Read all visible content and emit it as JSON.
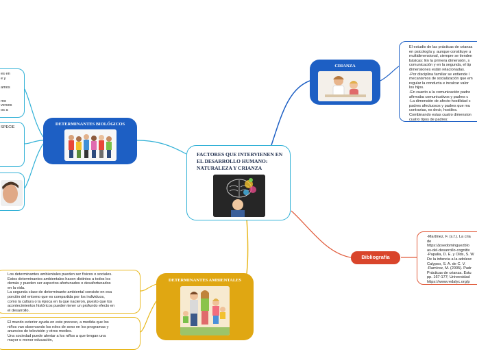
{
  "central": {
    "title": "FACTORES QUE INTERVIENEN EN EL DESARROLLO HUMANO: NATURALEZA Y CRIANZA"
  },
  "nodes": {
    "crianza": {
      "title": "CRIANZA",
      "color": "#1d5fc4"
    },
    "biologicos": {
      "title": "DETERMINANTES BIOLÓGICOS",
      "color": "#1d5fc4"
    },
    "ambientales": {
      "title": "DETERMINANTES AMBIENTALES",
      "color": "#e0a712"
    },
    "bibliografia": {
      "title": "Bibliografía",
      "color": "#d9452b"
    }
  },
  "notes": {
    "crianza_text": "El estudio de las prácticas de crianza\nen psicología y, aunque constituye u\nmultidimensional, siempre se tienden\nbásicas: En la primera dimensión, s\ncomunicación y en la segunda, el tip\ndimensiones están relacionadas.\n-Por disciplina familiar se entiende l\nmecanismos de socialización que em\nregular la conducta e inculcar valor\nlos hijos.\n-En cuanto a la comunicación padre\nafirmaba comunicativos y padres c\n-La dimensión de afecto-hostilidad c\npadres afectuosos y padres que mu\ncontrarias, es decir, hostiles.\nCombinando estas cuatro dimension\ncuatro tipos de padres:",
    "bibliografia_text": "-Martínez, F. (s.f.). La cria\nde\nhttps://josedominguezblo\nas-del-desarrollo-cognitiv\n-Papalia, D. E. y Olds, S. W\nDe la infancia a la adolesc\nCalypso, S. A. de C. V.\n-Ramírez, M. (2005). Padr\nPrácticas de crianza. Estu\npp. 167-177; Universidad\nhttps://www.redalyc.org/p",
    "bio_1": "es en\ne y\n\namos\n\n\nrno\nversos\nos a",
    "bio_2": "SPECIE",
    "amb_1": "Los determinantes ambientales pueden ser físicos o sociales.\nEstos determinantes ambientales hacen distintos a todos los\ndemás y pueden ser aspectos afortunados o desafortunados\nen la vida.\nLa segunda clase de determinante ambiental consiste en esa\nporción del entorno que es compartida por los individuos,\ncomo la cultura o la época en la que nacieron, puesto que los\nacontecimientos históricos pueden tener un profundo efecto en\nel desarrollo.",
    "amb_2": "El mundo exterior ayuda en este proceso, a medida que los\nniños van observando los roles de sexo en los programas y\nanuncios de televisión y otros medios.\nUna sociedad puede alentar a los niños a que tengan una\nmayor o menor educación,"
  },
  "icons": {
    "central_image": "child-brain-illustration",
    "crianza_image": "mother-child-photo",
    "bio_image": "children-group-photo",
    "amb_image": "family-cartoon",
    "bio_face_image": "face-photo"
  }
}
